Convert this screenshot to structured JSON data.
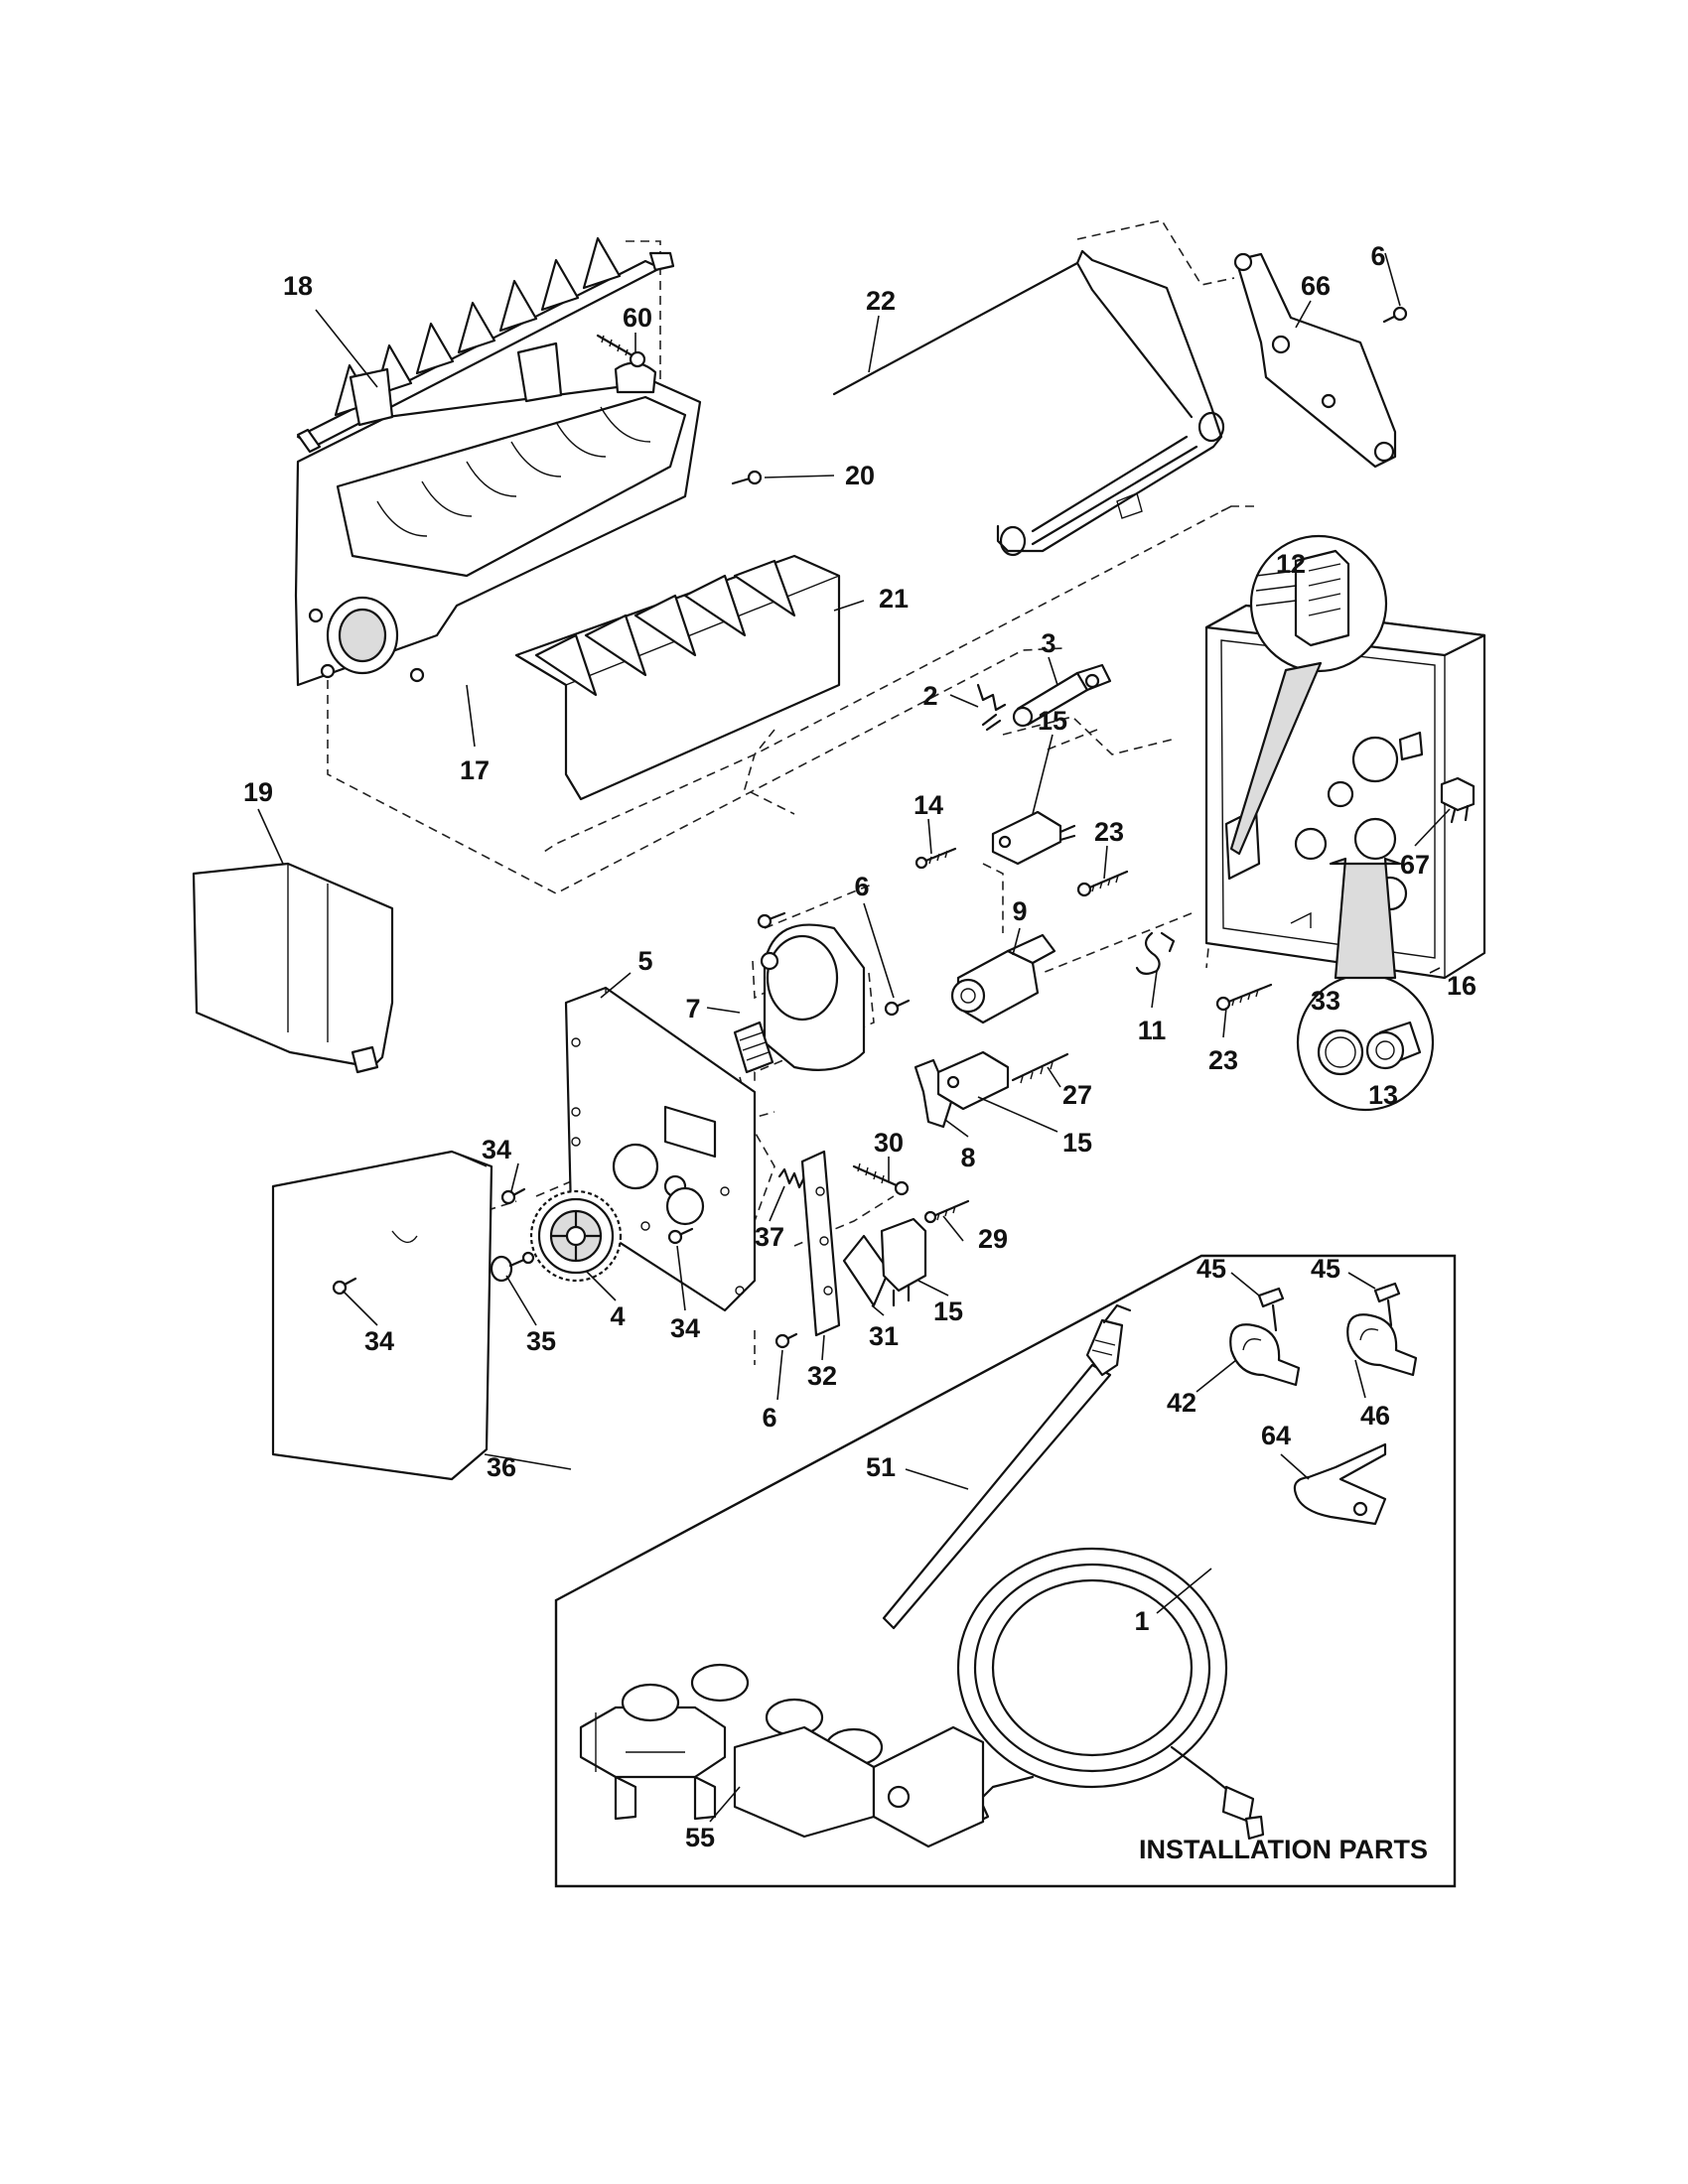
{
  "diagram": {
    "caption": "INSTALLATION PARTS",
    "callouts": [
      "18",
      "60",
      "22",
      "66",
      "6",
      "20",
      "21",
      "17",
      "12",
      "3",
      "2",
      "15",
      "14",
      "23",
      "19",
      "9",
      "6",
      "5",
      "7",
      "67",
      "11",
      "23",
      "16",
      "33",
      "13",
      "27",
      "15",
      "8",
      "34",
      "30",
      "37",
      "29",
      "4",
      "34",
      "35",
      "34",
      "15",
      "31",
      "32",
      "6",
      "45",
      "45",
      "42",
      "46",
      "51",
      "64",
      "36",
      "1",
      "55"
    ]
  }
}
